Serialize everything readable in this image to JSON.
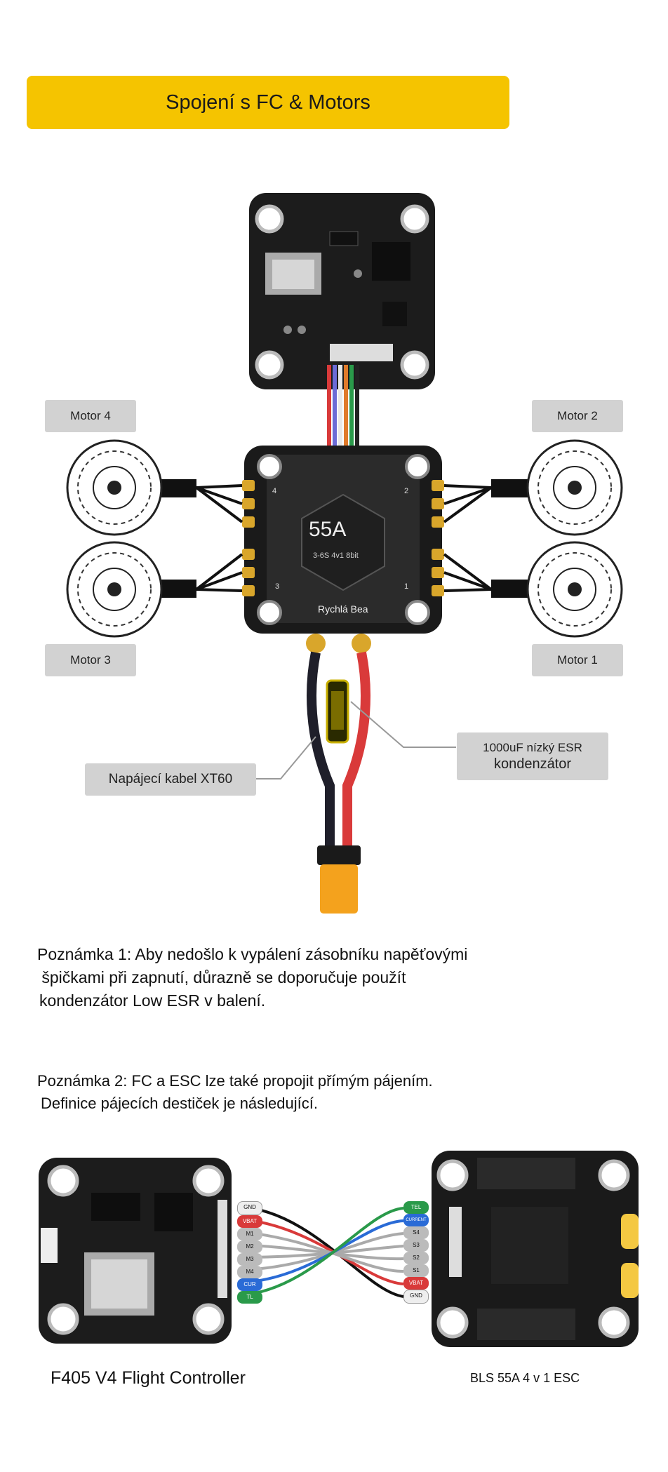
{
  "banner": {
    "title": "Spojení s FC & Motors"
  },
  "motors": {
    "m4": "Motor 4",
    "m2": "Motor 2",
    "m3": "Motor 3",
    "m1": "Motor 1"
  },
  "esc_top": {
    "rating": "55A",
    "spec": "3-6S 4v1 8bit",
    "brand": "Rychlá Bea",
    "pad_numbers": [
      "4",
      "2",
      "3",
      "1"
    ]
  },
  "callouts": {
    "power_cable": "Napájecí kabel XT60",
    "capacitor_line1": "1000uF nízký ESR",
    "capacitor_line2": "kondenzátor"
  },
  "notes": {
    "note1_lines": [
      "Poznámka 1: Aby nedošlo k vypálení zásobníku napěťovými",
      " špičkami při zapnutí, důrazně se doporučuje použít",
      "kondenzátor Low ESR v balení."
    ],
    "note2_lines": [
      "Poznámka 2: FC a ESC lze také propojit přímým pájením.",
      "Definice pájecích destiček je následující."
    ]
  },
  "bottom": {
    "fc_label": "F405 V4 Flight Controller",
    "esc_label": "BLS 55A 4 v 1 ESC",
    "fc_pads": [
      "GND",
      "VBAT",
      "M1",
      "M2",
      "M3",
      "M4",
      "CUR",
      "TL"
    ],
    "esc_pads": [
      "TEL",
      "CURRENT",
      "S4",
      "S3",
      "S2",
      "S1",
      "VBAT",
      "GND"
    ]
  },
  "colors": {
    "banner": "#f5c400",
    "label_bg": "#d2d2d2",
    "board": "#1c1c1c",
    "gold": "#d9a62b",
    "red_wire": "#d93a3a",
    "black_wire": "#1f1f2a",
    "xt60": "#f4a21d"
  }
}
